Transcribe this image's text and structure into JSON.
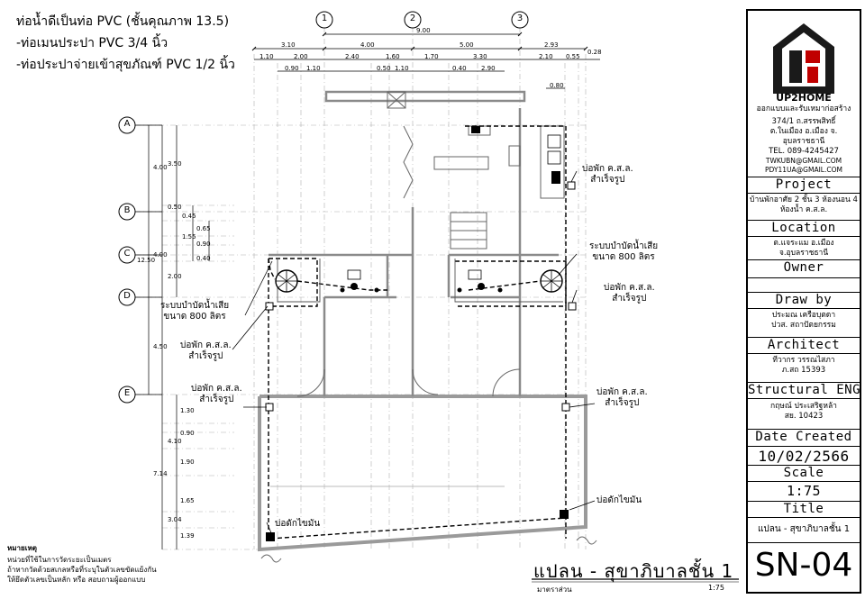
{
  "notes": {
    "line1": "ท่อน้ำดีเป็นท่อ PVC (ชั้นคุณภาพ 13.5)",
    "line2": "-ท่อเมนประปา PVC 3/4 นิ้ว",
    "line3": "-ท่อประปาจ่ายเข้าสุขภัณฑ์ PVC 1/2 นิ้ว"
  },
  "grid": {
    "cols": [
      "1",
      "2",
      "3"
    ],
    "rows": [
      "A",
      "B",
      "C",
      "D",
      "E"
    ]
  },
  "dims_top": {
    "total": "9.00",
    "row1": [
      "3.10",
      "4.00",
      "5.00",
      "2.93"
    ],
    "row2": [
      "1.10",
      "2.00",
      "2.40",
      "1.60",
      "1.70",
      "3.30",
      "2.10",
      "0.55",
      "0.28"
    ],
    "row3": [
      "0.90",
      "1.10",
      "0.50",
      "1.10",
      "0.40",
      "2.90"
    ],
    "extra": "0.80"
  },
  "dims_left": {
    "outer": "12.50",
    "mid": [
      "4.00",
      "4.00",
      "4.50",
      "7.14"
    ],
    "inner": [
      "3.50",
      "0.50",
      "0.45",
      "1.55",
      "0.65",
      "0.90",
      "0.40",
      "2.00",
      "1.30",
      "4.10",
      "0.90",
      "1.90",
      "1.65",
      "3.04",
      "1.39"
    ]
  },
  "labels": {
    "septic_left": "ระบบบำบัดน้ำเสีย\nขนาด 800 ลิตร",
    "septic_right": "ระบบบำบัดน้ำเสีย\nขนาด 800 ลิตร",
    "manhole": "บ่อพัก ค.ส.ล.\nสำเร็จรูป",
    "grease": "บ่อดักไขมัน"
  },
  "remarks": {
    "title": "หมายเหตุ",
    "line1": "หน่วยที่ใช้ในการวัดระยะเป็นเมตร",
    "line2": "ถ้าหากวัดด้วยสเกลหรือที่ระบุในตัวเลขขัดแย้งกัน",
    "line3": "ให้ยึดตัวเลขเป็นหลัก หรือ สอบถามผู้ออกแบบ"
  },
  "drawing_title": "แปลน - สุขาภิบาลชั้น 1",
  "scale_label": "มาตราส่วน",
  "scale_value": "1:75",
  "titleblock": {
    "logo_text": "UP2HOME",
    "company": "ออกแบบและรับเหมาก่อสร้าง",
    "address1": "374/1 ถ.สรรพสิทธิ์",
    "address2": "ต.ในเมือง อ.เมือง จ.",
    "address3": "อุบลราชธานี",
    "tel": "TEL. 089-4245427",
    "email1": "TWKUBN@GMAIL.COM",
    "email2": "PDY11UA@GMAIL.COM",
    "project_hdr": "Project",
    "project_val": "บ้านพักอาศัย 2 ชั้น 3 ห้องนอน 4 ห้องน้ำ ค.ส.ล.",
    "location_hdr": "Location",
    "location_val": "ต.แจระแม อ.เมือง\nจ.อุบลราชธานี",
    "owner_hdr": "Owner",
    "draw_hdr": "Draw by",
    "draw_val": "ประมณ เครือบุตดา\nปวส. สถาปัตยกรรม",
    "architect_hdr": "Architect",
    "architect_val": "ทีวากร วรรณไสภา\nภ.สถ 15393",
    "structural_hdr": "Structural ENG",
    "structural_val": "กฤษณ์ ประเสริฐหล้า\nสย. 10423",
    "date_hdr": "Date Created",
    "date_val": "10/02/2566",
    "scale_hdr": "Scale",
    "scale_val": "1:75",
    "title_hdr": "Title",
    "title_val": "แปลน - สุขาภิบาลชั้น 1",
    "sheet_no": "SN-04"
  },
  "colors": {
    "line": "#000000",
    "wall": "#8a8a8a",
    "dim": "#000000",
    "accent": "#c00000"
  }
}
